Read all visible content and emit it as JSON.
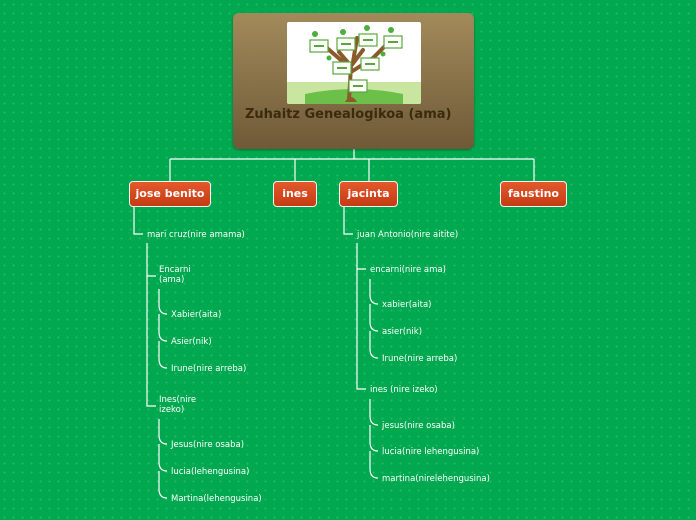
{
  "colors": {
    "background": "#00a84f",
    "root": "#8a7249",
    "branch": "#d44a1e",
    "line": "#ffffff"
  },
  "root": {
    "title": "Zuhaitz Genealogikoa (ama)",
    "image": "family-tree-icon"
  },
  "branches": [
    "jose benito",
    "ines",
    "jacinta",
    "faustino"
  ],
  "left": {
    "level1": "mari cruz(nire amama)",
    "group1": {
      "line1": "Encarni",
      "line2": "(ama)",
      "children": [
        "Xabier(aita)",
        "Asier(nik)",
        "Irune(nire arreba)"
      ]
    },
    "group2": {
      "line1": "Ines(nire",
      "line2": "izeko)",
      "children": [
        "Jesus(nire osaba)",
        "lucia(lehengusina)",
        "Martina(lehengusina)"
      ]
    }
  },
  "right": {
    "level1": "juan Antonio(nire aitite)",
    "group1": {
      "label": "encarni(nire ama)",
      "children": [
        "xabier(aita)",
        "asier(nik)",
        "Irune(nire arreba)"
      ]
    },
    "group2": {
      "label": "ines (nire izeko)",
      "children": [
        "jesus(nire osaba)",
        "lucia(nire lehengusina)",
        "martina(nirelehengusina)"
      ]
    }
  }
}
